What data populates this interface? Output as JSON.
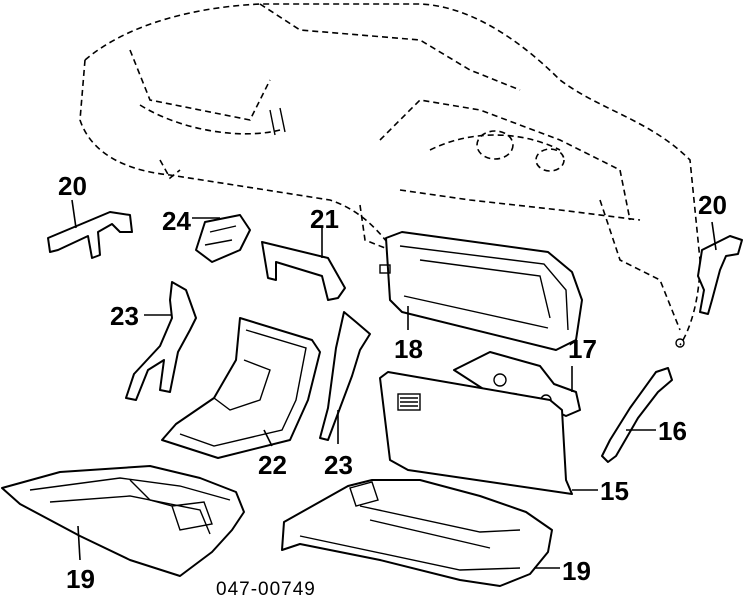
{
  "labels": {
    "l20a": "20",
    "l24": "24",
    "l21": "21",
    "l20b": "20",
    "l23a": "23",
    "l18": "18",
    "l17": "17",
    "l16": "16",
    "l22": "22",
    "l23b": "23",
    "l15": "15",
    "l19a": "19",
    "l19b": "19"
  },
  "catalog_code": "047-00749"
}
